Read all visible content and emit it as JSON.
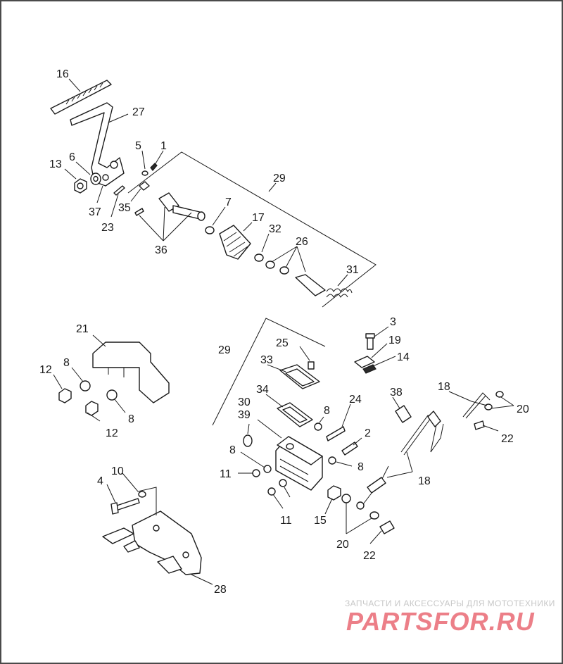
{
  "watermark": {
    "tagline": "ЗАПЧАСТИ И АКСЕССУАРЫ ДЛЯ МОТОТЕХНИКИ",
    "logo": "PARTSFOR.RU"
  },
  "callouts": {
    "c16": "16",
    "c27": "27",
    "c5": "5",
    "c1": "1",
    "c13": "13",
    "c6": "6",
    "c29a": "29",
    "c37": "37",
    "c23": "23",
    "c35": "35",
    "c7": "7",
    "c17": "17",
    "c36": "36",
    "c32": "32",
    "c26": "26",
    "c31": "31",
    "c3": "3",
    "c19": "19",
    "c14": "14",
    "c21": "21",
    "c25": "25",
    "c29b": "29",
    "c33": "33",
    "c12a": "12",
    "c8a": "8",
    "c34": "34",
    "c38": "38",
    "c18a": "18",
    "c24": "24",
    "c30": "30",
    "c39": "39",
    "c8b": "8",
    "c20a": "20",
    "c12b": "12",
    "c8c": "8",
    "c22a": "22",
    "c2": "2",
    "c8d": "8",
    "c11a": "11",
    "c8e": "8",
    "c18b": "18",
    "c10": "10",
    "c4": "4",
    "c11b": "11",
    "c15": "15",
    "c20b": "20",
    "c22b": "22",
    "c28": "28"
  }
}
